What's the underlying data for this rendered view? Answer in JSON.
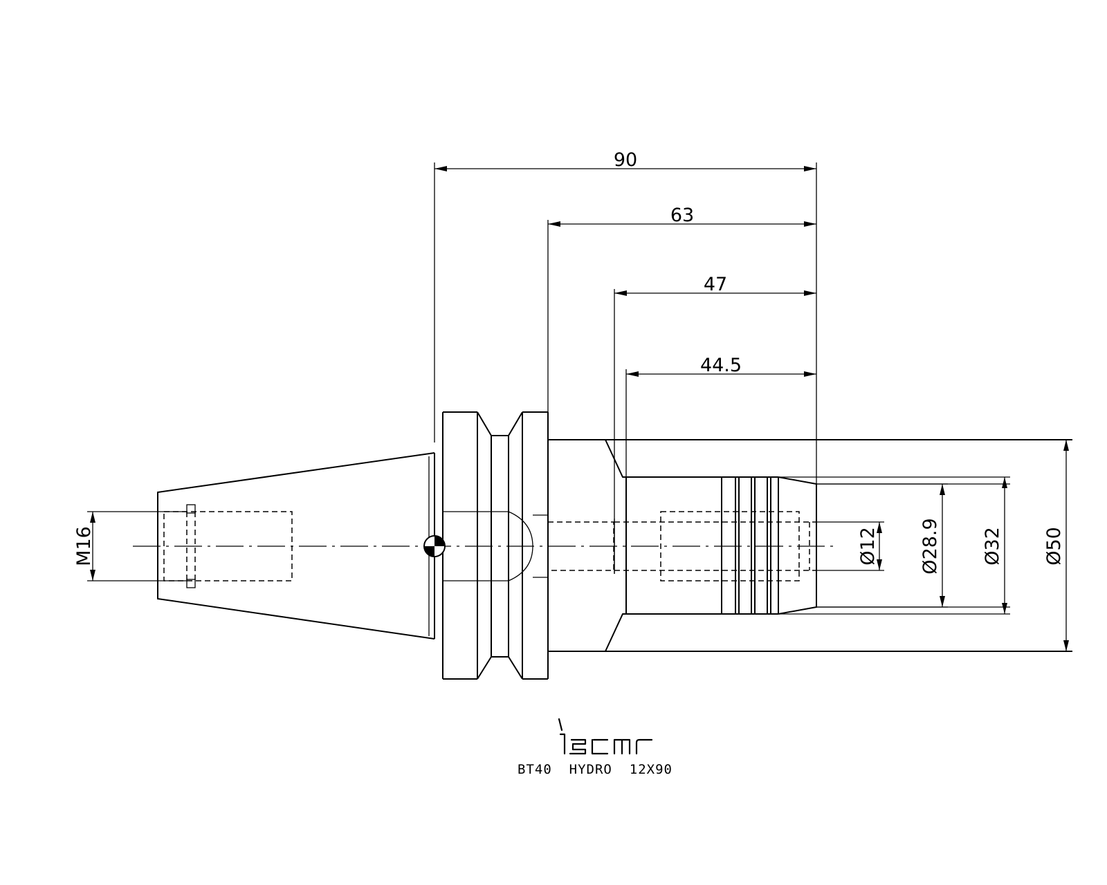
{
  "dimensions": {
    "overall_length": "90",
    "flange_to_nose": "63",
    "clamp_length": "47",
    "bore_depth": "44.5",
    "thread": "M16",
    "bore_dia": "Ø12",
    "dia_28_9": "Ø28.9",
    "dia_32": "Ø32",
    "dia_50": "Ø50"
  },
  "logo": {
    "brand": "iscar"
  },
  "title_block": {
    "designation": "BT40  HYDRO  12X90"
  }
}
